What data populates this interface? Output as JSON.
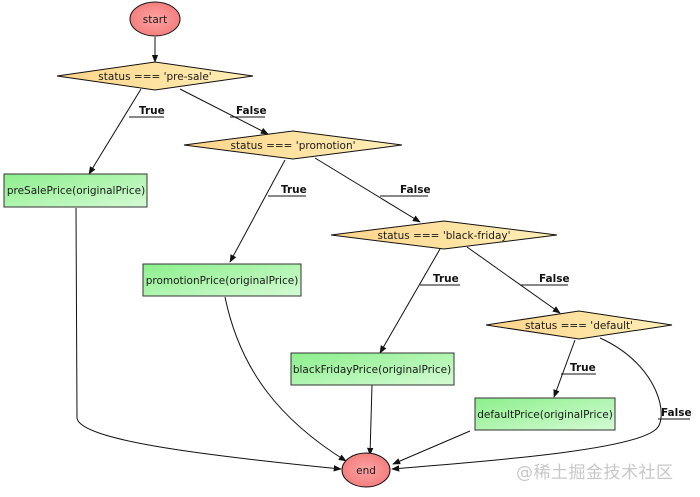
{
  "diagram": {
    "type": "flowchart",
    "colors": {
      "terminal_fill": "#f58c8c",
      "decision_fill": "#fde3a1",
      "process_fill": "#a6f5a6",
      "stroke": "#111111"
    },
    "nodes": {
      "start": {
        "kind": "terminal",
        "label": "start"
      },
      "d_presale": {
        "kind": "decision",
        "label": "status === 'pre-sale'"
      },
      "p_presale": {
        "kind": "process",
        "label": "preSalePrice(originalPrice)"
      },
      "d_promotion": {
        "kind": "decision",
        "label": "status === 'promotion'"
      },
      "p_promotion": {
        "kind": "process",
        "label": "promotionPrice(originalPrice)"
      },
      "d_blackfriday": {
        "kind": "decision",
        "label": "status === 'black-friday'"
      },
      "p_blackfriday": {
        "kind": "process",
        "label": "blackFridayPrice(originalPrice)"
      },
      "d_default": {
        "kind": "decision",
        "label": "status === 'default'"
      },
      "p_default": {
        "kind": "process",
        "label": "defaultPrice(originalPrice)"
      },
      "end": {
        "kind": "terminal",
        "label": "end"
      }
    },
    "edges": [
      {
        "from": "start",
        "to": "d_presale",
        "label": ""
      },
      {
        "from": "d_presale",
        "to": "p_presale",
        "label": "True"
      },
      {
        "from": "d_presale",
        "to": "d_promotion",
        "label": "False"
      },
      {
        "from": "d_promotion",
        "to": "p_promotion",
        "label": "True"
      },
      {
        "from": "d_promotion",
        "to": "d_blackfriday",
        "label": "False"
      },
      {
        "from": "d_blackfriday",
        "to": "p_blackfriday",
        "label": "True"
      },
      {
        "from": "d_blackfriday",
        "to": "d_default",
        "label": "False"
      },
      {
        "from": "d_default",
        "to": "p_default",
        "label": "True"
      },
      {
        "from": "d_default",
        "to": "end",
        "label": "False"
      },
      {
        "from": "p_presale",
        "to": "end",
        "label": ""
      },
      {
        "from": "p_promotion",
        "to": "end",
        "label": ""
      },
      {
        "from": "p_blackfriday",
        "to": "end",
        "label": ""
      },
      {
        "from": "p_default",
        "to": "end",
        "label": ""
      }
    ]
  },
  "watermark": "@稀土掘金技术社区"
}
